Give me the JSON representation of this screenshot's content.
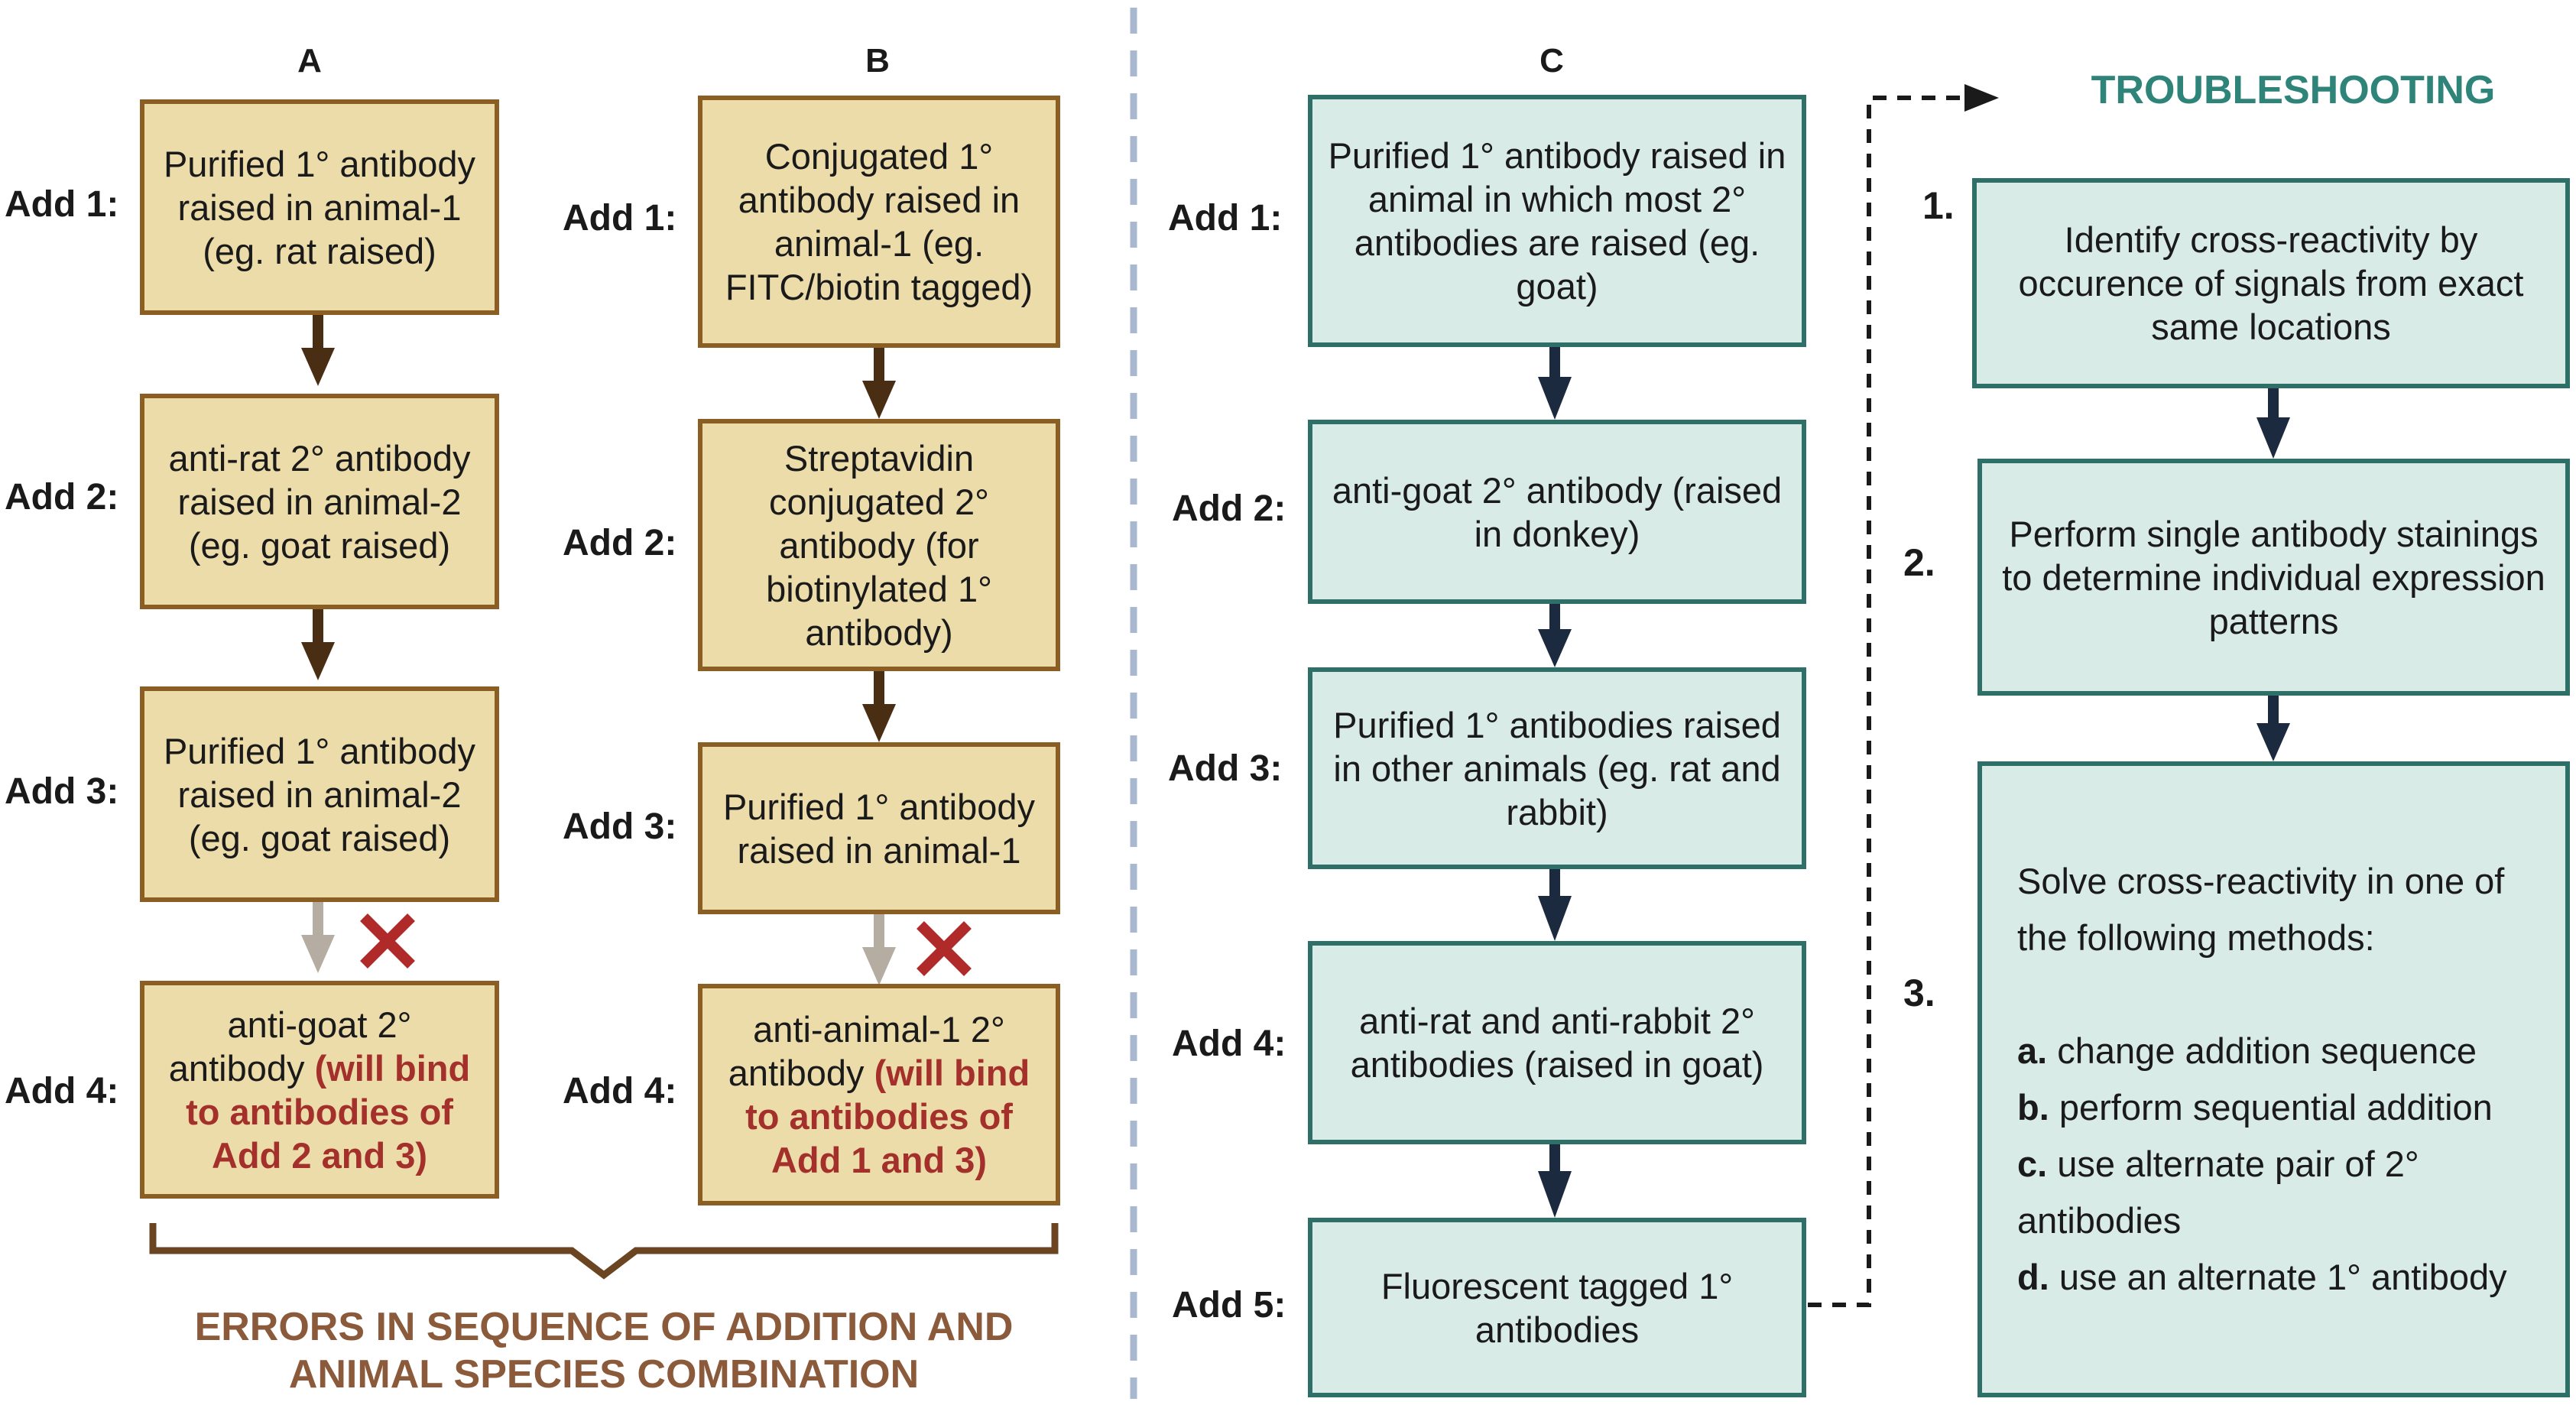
{
  "columns": {
    "a": "A",
    "b": "B",
    "c": "C"
  },
  "add_labels": {
    "add1": "Add 1:",
    "add2": "Add 2:",
    "add3": "Add 3:",
    "add4": "Add 4:",
    "add5": "Add 5:"
  },
  "column_a": {
    "box1": "Purified 1° antibody raised in animal-1 (eg. rat raised)",
    "box2": "anti-rat 2° antibody raised in animal-2 (eg. goat raised)",
    "box3": "Purified 1° antibody raised in animal-2 (eg. goat raised)",
    "box4_main": "anti-goat 2° antibody ",
    "box4_warning": "(will bind to antibodies of Add 2 and 3)"
  },
  "column_b": {
    "box1": "Conjugated 1° antibody raised in animal-1 (eg. FITC/biotin tagged)",
    "box2": "Streptavidin conjugated 2° antibody (for biotinylated 1° antibody)",
    "box3": "Purified 1° antibody raised in animal-1",
    "box4_main": "anti-animal-1 2° antibody ",
    "box4_warning": "(will bind to antibodies of Add 1 and 3)"
  },
  "column_c": {
    "box1": "Purified 1° antibody raised in animal in which most 2° antibodies are raised (eg. goat)",
    "box2": "anti-goat 2° antibody (raised in donkey)",
    "box3": "Purified 1° antibodies raised in other animals (eg. rat and rabbit)",
    "box4": "anti-rat and anti-rabbit 2° antibodies (raised in goat)",
    "box5": "Fluorescent tagged 1° antibodies"
  },
  "troubleshooting": {
    "title": "TROUBLESHOOTING",
    "numbers": {
      "n1": "1.",
      "n2": "2.",
      "n3": "3."
    },
    "step1": "Identify cross-reactivity by occurence of signals from exact same locations",
    "step2": "Perform single antibody stainings to determine individual expression patterns",
    "step3_intro": "Solve cross-reactivity in one of the following methods:",
    "methods": [
      {
        "letter": "a.",
        "text": " change addition sequence"
      },
      {
        "letter": "b.",
        "text": " perform sequential addition"
      },
      {
        "letter": "c.",
        "text": " use alternate pair of 2° antibodies"
      },
      {
        "letter": "d.",
        "text": " use an alternate 1° antibody"
      }
    ]
  },
  "errors_caption": "ERRORS IN SEQUENCE OF ADDITION AND ANIMAL SPECIES COMBINATION",
  "colors": {
    "tan_fill": "#ecdcaa",
    "tan_border": "#8b5e24",
    "teal_fill": "#d8ebe6",
    "teal_border": "#2e6f67",
    "arrow_brown": "#4a2e14",
    "arrow_navy": "#1c2a3f",
    "arrow_gray": "#b5aca2",
    "cross_red": "#b02a2a",
    "warning_red": "#a3302b",
    "troubleshooting_teal": "#2e8479",
    "caption_brown": "#8b5a3b",
    "divider": "#a9b8cf"
  },
  "icons": [
    "down-arrow-icon",
    "blocked-arrow-icon",
    "cross-icon",
    "dashed-connector-arrow-icon",
    "curly-brace-icon"
  ]
}
